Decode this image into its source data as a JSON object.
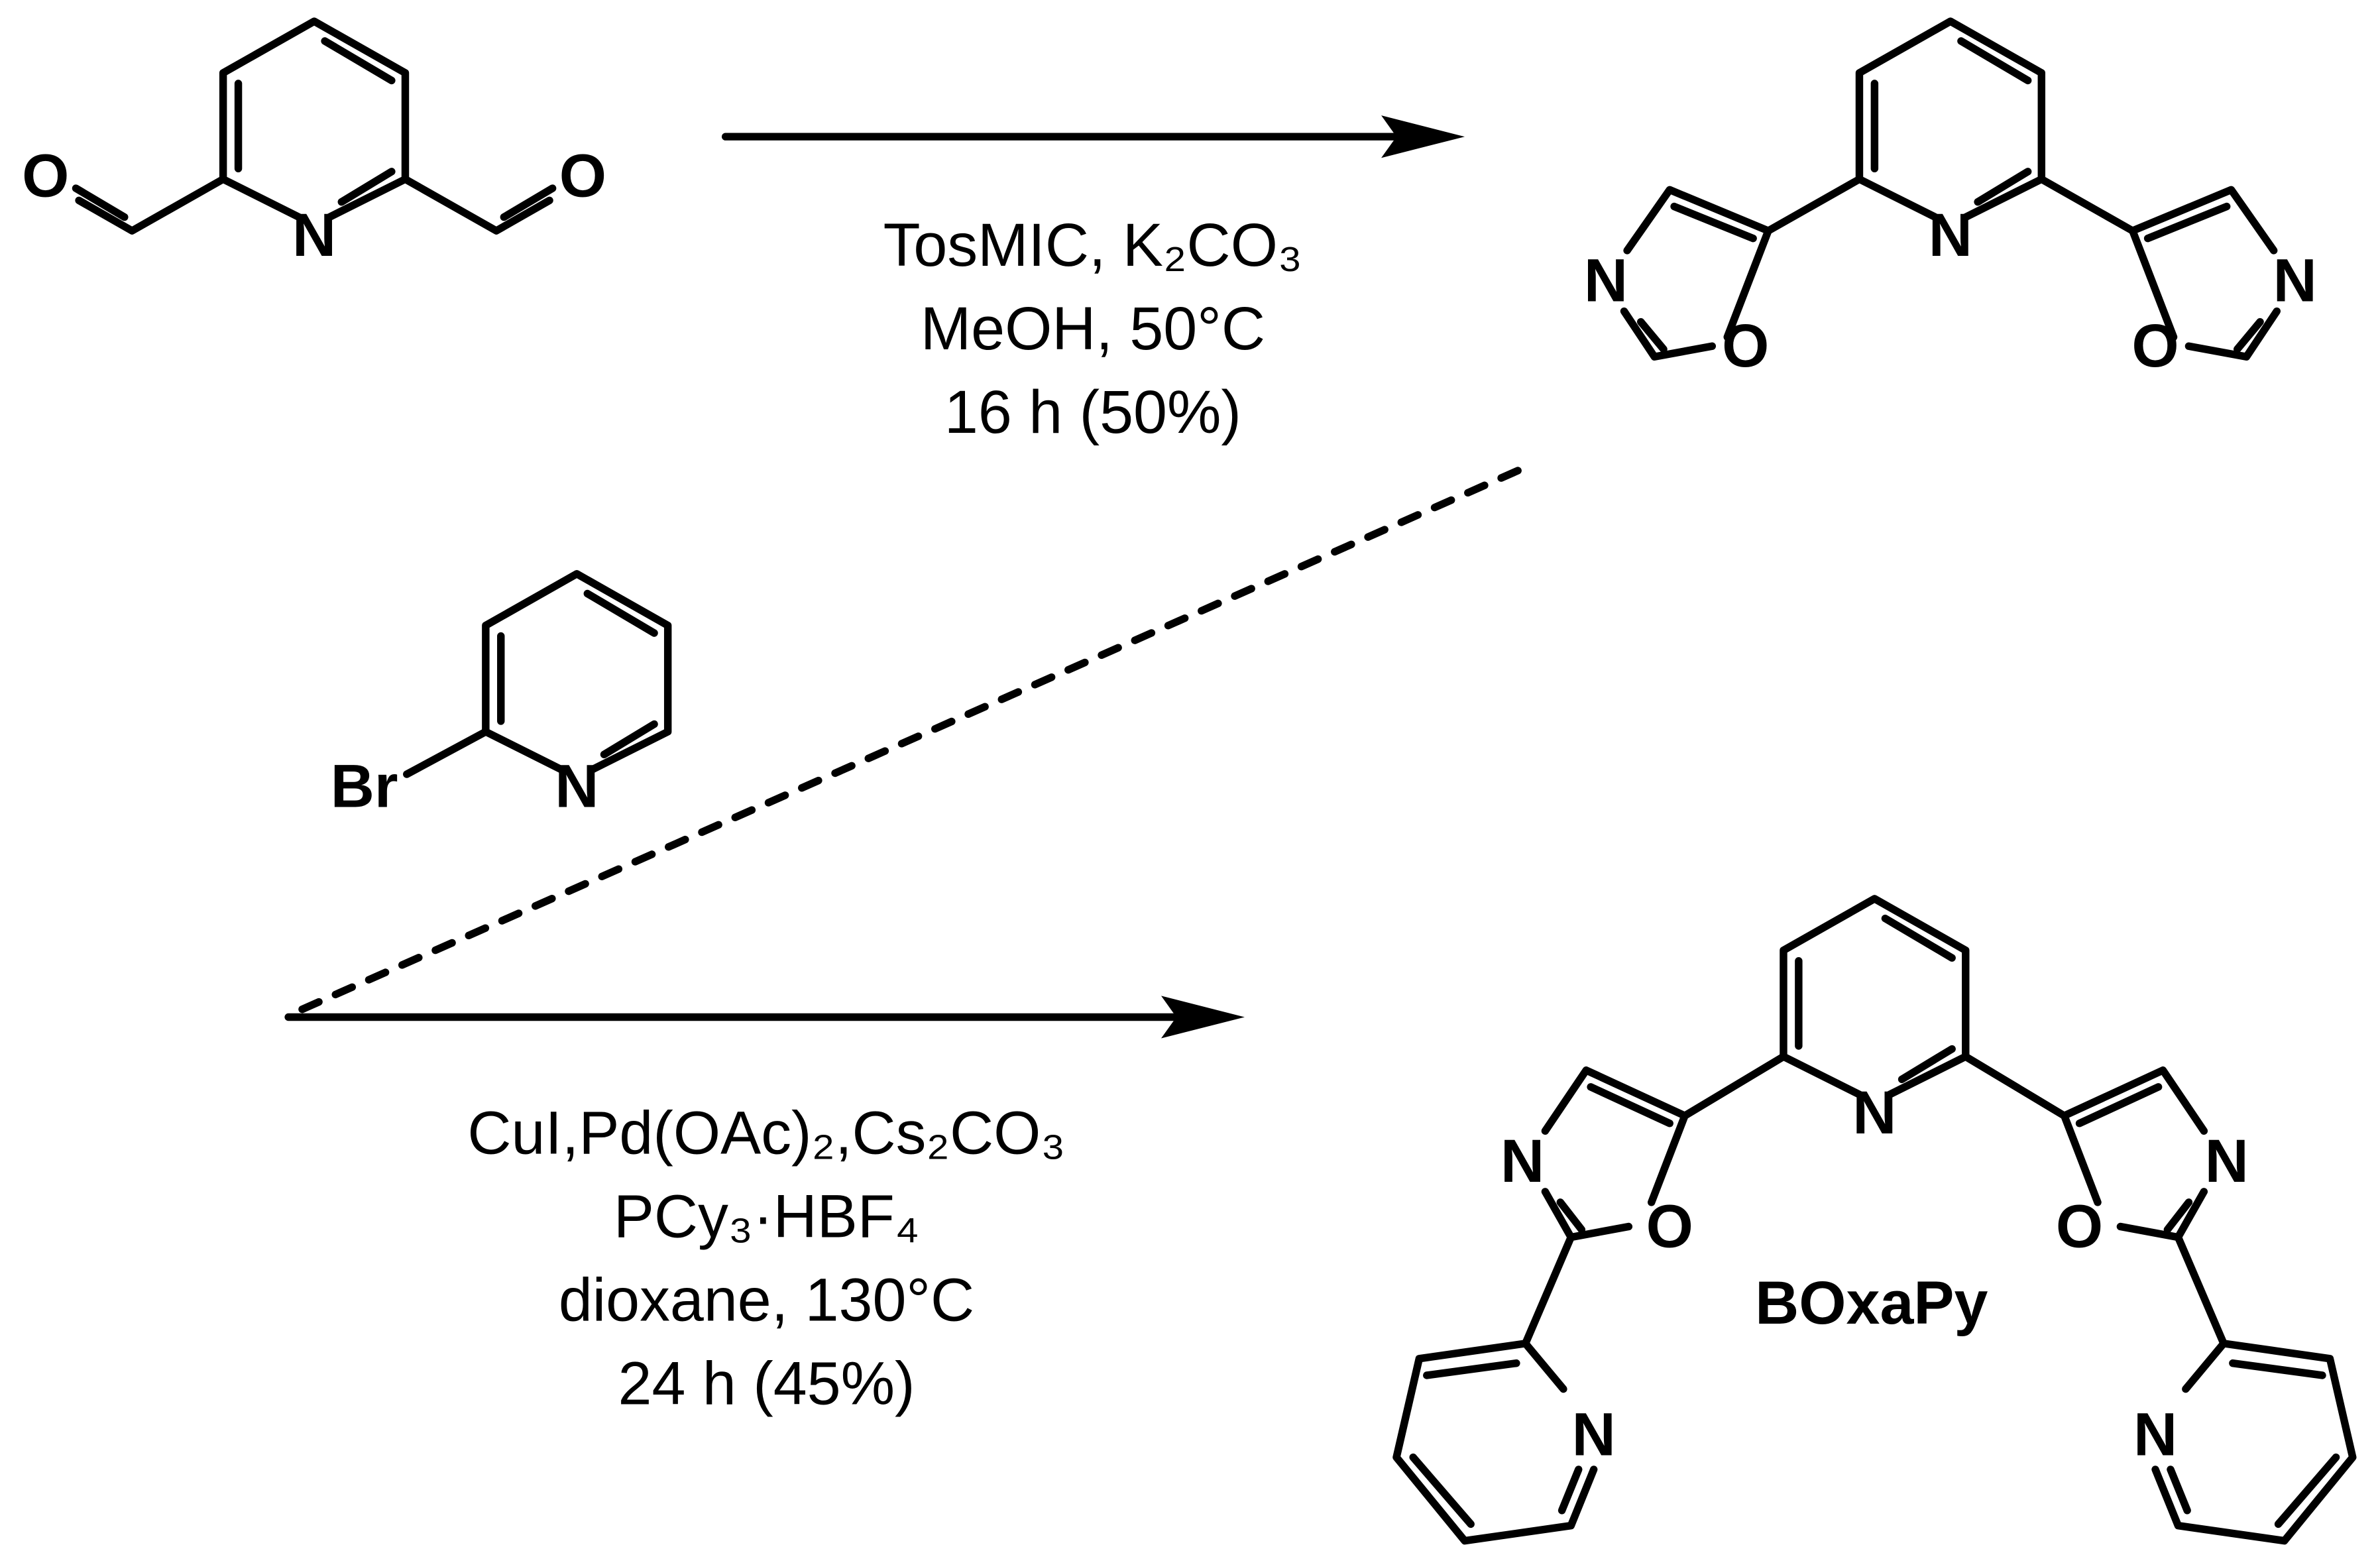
{
  "atoms": {
    "N": "N",
    "O": "O",
    "Br": "Br"
  },
  "step1": {
    "line1": "TosMIC, K₂CO₃",
    "line2": "MeOH, 50°C",
    "line3": "16 h (50%)"
  },
  "step2": {
    "line1": "CuI,Pd(OAc)₂,Cs₂CO₃",
    "line2": "PCy₃·HBF₄",
    "line3": "dioxane, 130°C",
    "line4": "24 h (45%)"
  },
  "product_name": "BOxaPy"
}
